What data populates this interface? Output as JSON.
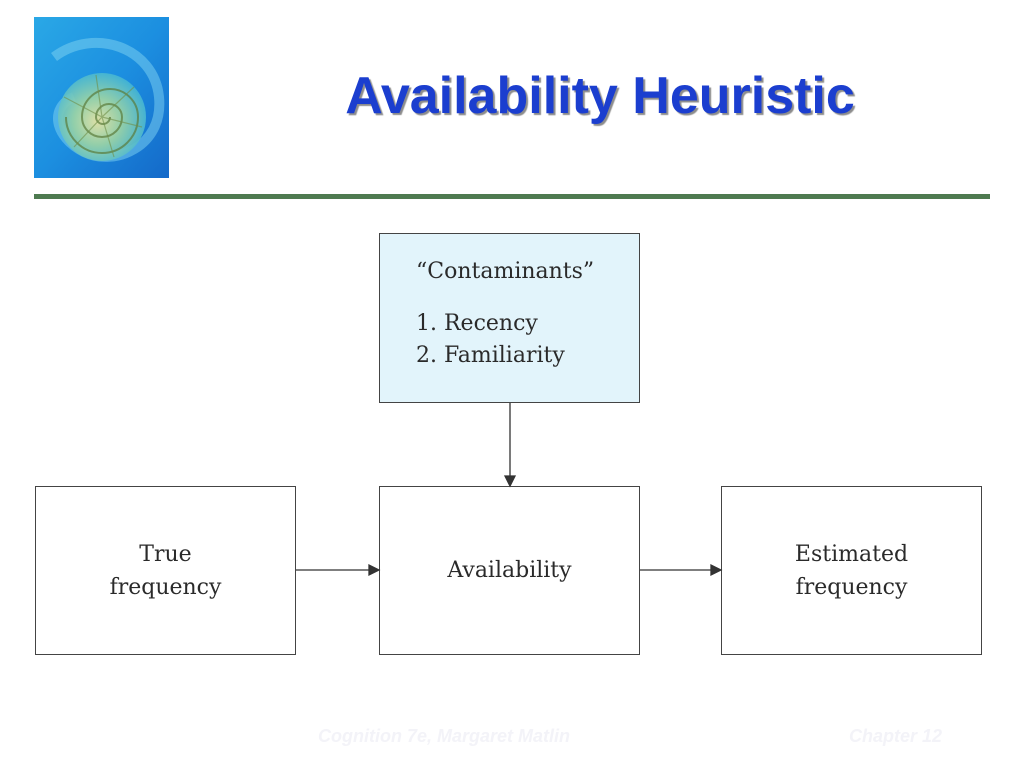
{
  "slide": {
    "title": "Availability Heuristic",
    "rule_color": "#4e7a50",
    "title_color": "#1b3ecf"
  },
  "logo": {
    "icon": "nautilus-shell-icon"
  },
  "diagram": {
    "contaminants": {
      "heading": "“Contaminants”",
      "items": [
        "1. Recency",
        "2. Familiarity"
      ],
      "fill": "#e2f4fb"
    },
    "true_frequency": {
      "lines": [
        "True",
        "frequency"
      ]
    },
    "availability": {
      "lines": [
        "Availability"
      ]
    },
    "estimated_frequency": {
      "lines": [
        "Estimated",
        "frequency"
      ]
    }
  },
  "footer": {
    "left": "Cognition 7e, Margaret Matlin",
    "right": "Chapter 12"
  }
}
